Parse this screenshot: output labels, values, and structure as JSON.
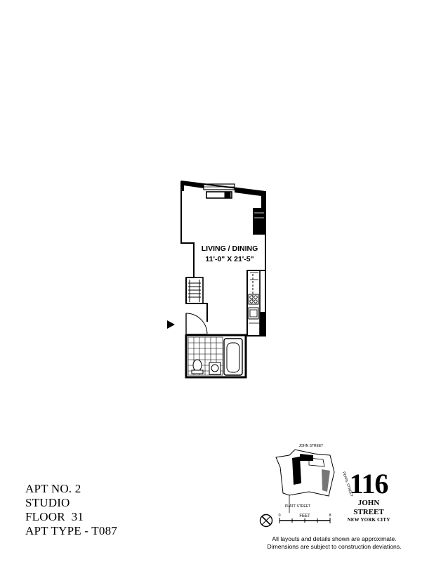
{
  "room": {
    "name": "LIVING / DINING",
    "dimensions": "11'-0\" X 21'-5\""
  },
  "apartment": {
    "apt_no": "APT NO. 2",
    "type": "STUDIO",
    "floor": "FLOOR  31",
    "apt_type": "APT TYPE - T087"
  },
  "key_plan": {
    "street_top": "JOHN STREET",
    "street_right": "PEARL STREET",
    "street_bottom": "PLATT STREET",
    "scale_label": "FEET",
    "scale_start": "0",
    "scale_end": "8"
  },
  "brand": {
    "number": "116",
    "line1": "JOHN",
    "line2": "STREET",
    "line3": "NEW YORK CITY"
  },
  "disclaimer": {
    "line1": "All layouts and details shown are approximate.",
    "line2": "Dimensions are subject to construction deviations."
  },
  "colors": {
    "wall": "#000000",
    "background": "#ffffff"
  }
}
